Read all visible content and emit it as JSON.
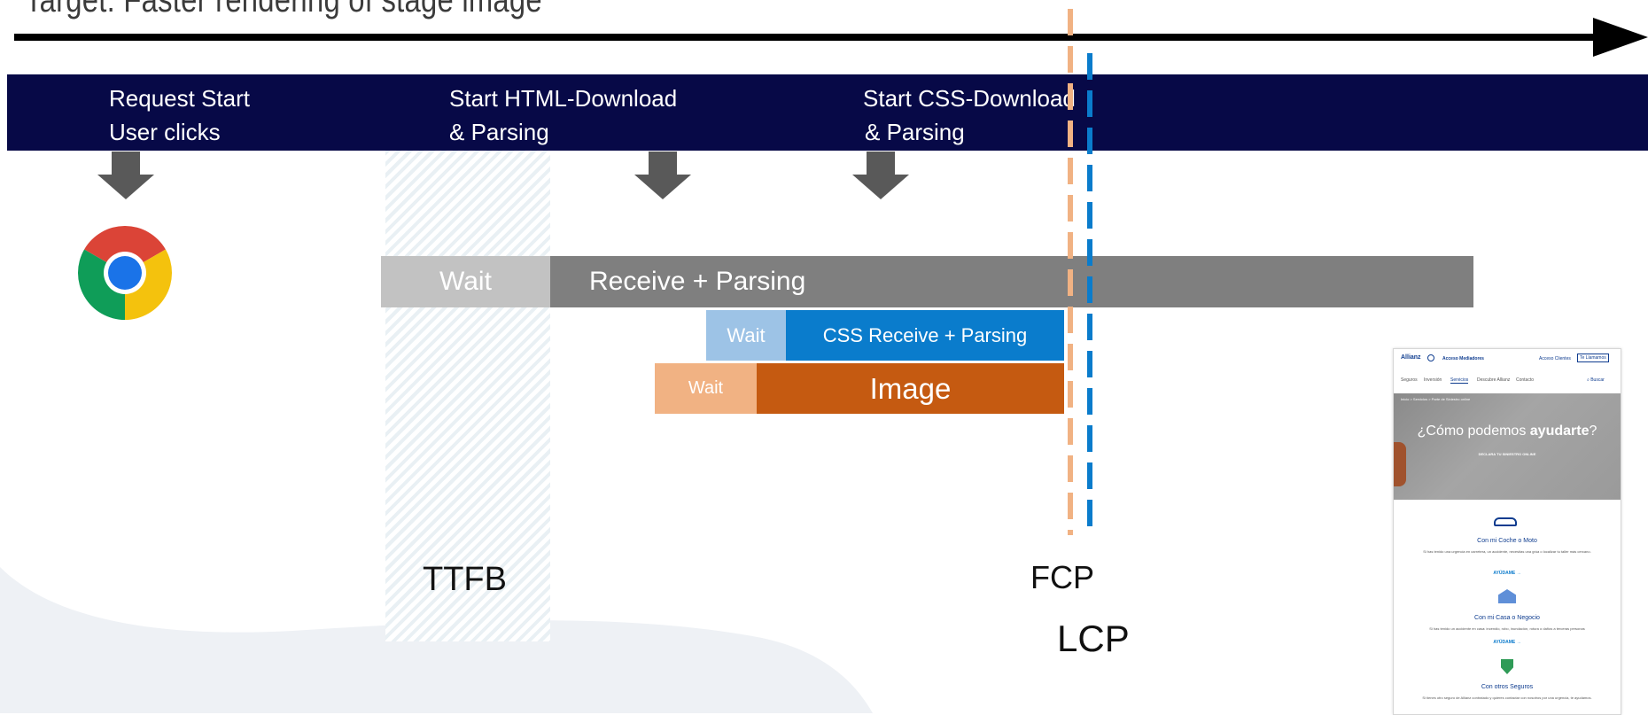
{
  "title": "Target: Faster rendering of stage image",
  "navbar": {
    "request_start_line1": "Request Start",
    "request_start_line2": "User clicks",
    "html_download_line1": "Start HTML-Download",
    "html_download_line2": "& Parsing",
    "css_download_line1": "Start CSS-Download",
    "css_download_line2": "& Parsing"
  },
  "bars": {
    "html_wait": "Wait",
    "html_receive": "Receive + Parsing",
    "css_wait": "Wait",
    "css_receive": "CSS Receive + Parsing",
    "image_wait": "Wait",
    "image": "Image"
  },
  "metrics": {
    "ttfb": "TTFB",
    "fcp": "FCP",
    "lcp": "LCP"
  },
  "colors": {
    "navbar": "#070947",
    "html_wait": "#c2c2c2",
    "html_receive": "#7f7f7f",
    "css_wait": "#9dc3e6",
    "css_receive": "#0a7ccc",
    "image_wait": "#f1b283",
    "image": "#c55a11",
    "fcp_line": "#f1b283",
    "lcp_line": "#0a7ccc"
  },
  "icons": {
    "browser": "chrome-logo-icon",
    "arrow": "down-arrow-icon"
  },
  "mockup": {
    "brand": "Allianz",
    "brand_link": "Acceso Mediadores",
    "client_link": "Acceso Clientes",
    "call_button": "Te Llamamos",
    "nav": [
      "Seguros",
      "Inversión",
      "Servicios",
      "Descubre Allianz",
      "Contacto"
    ],
    "search": "Buscar",
    "breadcrumb": "Inicio  >  Servicios  >  Parte de Siniestro online",
    "hero_title_regular": "¿Cómo podemos ",
    "hero_title_bold": "ayudarte",
    "hero_title_end": "?",
    "hero_subtitle": "DECLARA TU SINIESTRO ONLINE",
    "sections": [
      {
        "icon": "car-icon",
        "title": "Con mi Coche o Moto",
        "text": "Si has tenido una urgencia en carretera, un accidente, necesitas una grúa o localizar tu taller más cercano.",
        "link": "AYÚDAME  →"
      },
      {
        "icon": "house-icon",
        "title": "Con mi Casa o Negocio",
        "text": "Si has tenido un accidente en casa: incendio, robo, inundación, rotura o daños a terceras personas",
        "link": "AYÚDAME  →"
      },
      {
        "icon": "shield-icon",
        "title": "Con otros Seguros",
        "text": "Si tienes otro seguro de Allianz contratado y quieres contactar con nosotros por una urgencia, te ayudamos.",
        "link": ""
      }
    ]
  }
}
